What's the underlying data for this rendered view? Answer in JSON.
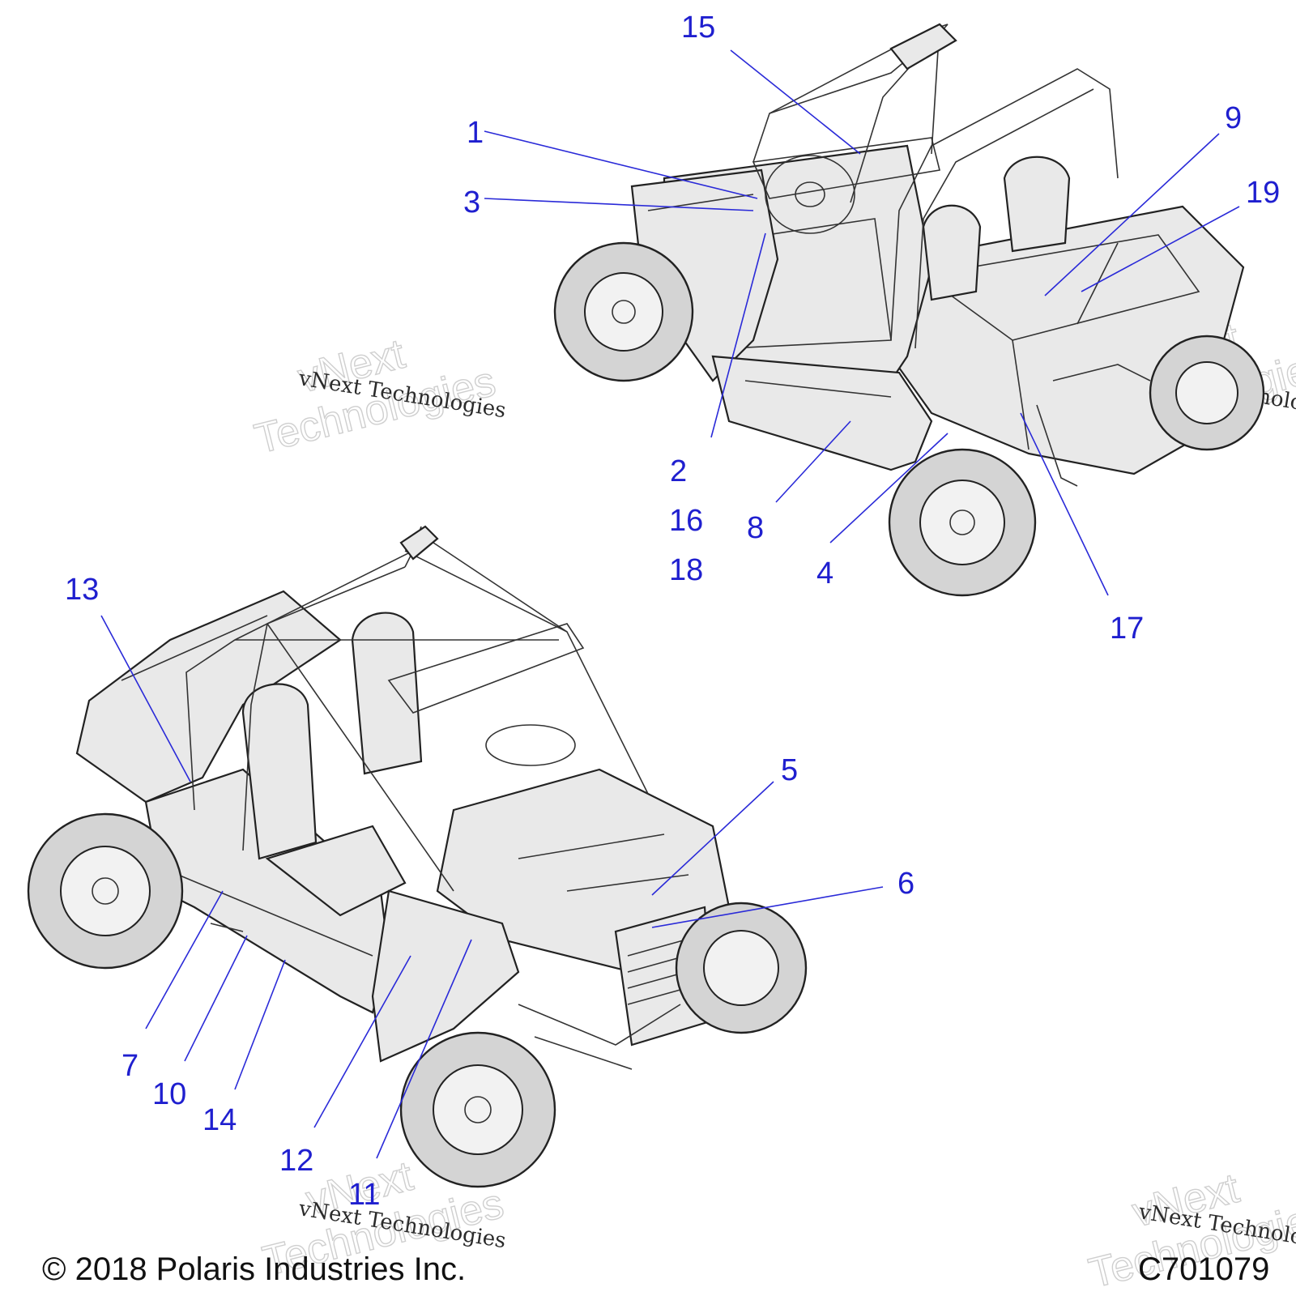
{
  "callouts": [
    {
      "label": "1"
    },
    {
      "label": "2"
    },
    {
      "label": "3"
    },
    {
      "label": "4"
    },
    {
      "label": "5"
    },
    {
      "label": "6"
    },
    {
      "label": "7"
    },
    {
      "label": "8"
    },
    {
      "label": "9"
    },
    {
      "label": "10"
    },
    {
      "label": "11"
    },
    {
      "label": "12"
    },
    {
      "label": "13"
    },
    {
      "label": "14"
    },
    {
      "label": "15"
    },
    {
      "label": "16"
    },
    {
      "label": "17"
    },
    {
      "label": "18"
    },
    {
      "label": "19"
    }
  ],
  "watermark": {
    "script": "vNext Technologies",
    "outline_line1": "vNext",
    "outline_line2": "Technologies"
  },
  "footer": {
    "copyright": "© 2018 Polaris Industries Inc.",
    "figure_code": "C701079"
  },
  "colors": {
    "callout": "#1f1fcf",
    "line_art": "#222222",
    "body_fill": "#e9e9e9"
  }
}
